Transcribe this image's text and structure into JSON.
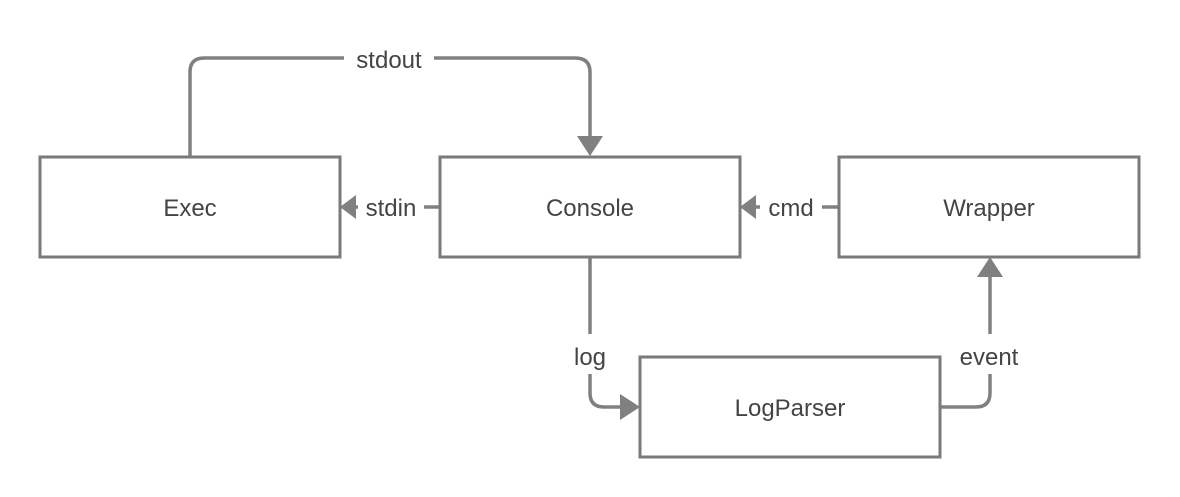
{
  "nodes": {
    "exec": "Exec",
    "console": "Console",
    "wrapper": "Wrapper",
    "logparser": "LogParser"
  },
  "edges": {
    "stdout": "stdout",
    "stdin": "stdin",
    "cmd": "cmd",
    "log": "log",
    "event": "event"
  },
  "colors": {
    "line": "#808080",
    "box_stroke": "#7a7a7a",
    "text": "#444444",
    "background": "#ffffff"
  }
}
